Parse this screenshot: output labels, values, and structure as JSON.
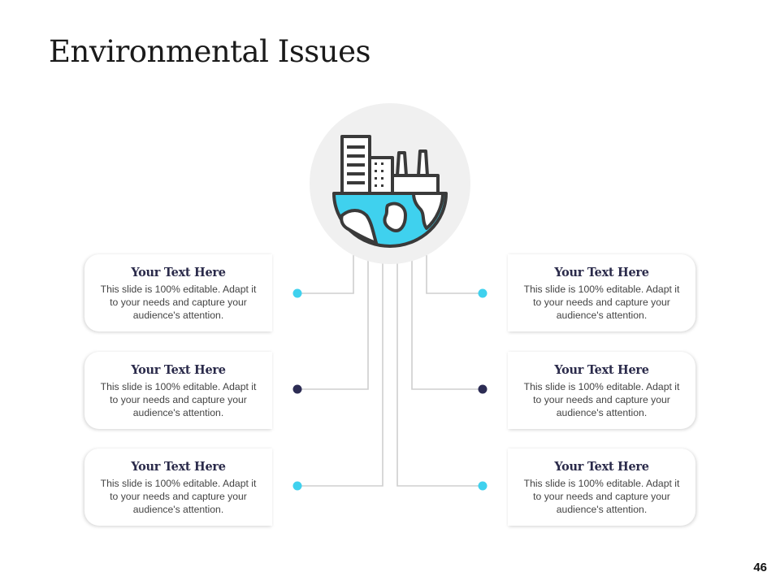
{
  "slide": {
    "title": "Environmental Issues",
    "page_number": "46"
  },
  "colors": {
    "accent_cyan": "#3fd1ee",
    "accent_navy": "#2c2c54",
    "connector_gray": "#cfcfcf",
    "hub_bg": "#f0f0f0",
    "icon_stroke": "#3a3a3a"
  },
  "hub": {
    "icon": "city-globe-icon"
  },
  "cards": [
    {
      "title": "Your Text Here",
      "body": "This slide is 100% editable. Adapt it to your needs and capture your audience's attention."
    },
    {
      "title": "Your Text Here",
      "body": "This slide is 100% editable. Adapt it to your needs and capture your audience's attention."
    },
    {
      "title": "Your Text Here",
      "body": "This slide is 100% editable. Adapt it to your needs and capture your audience's attention."
    },
    {
      "title": "Your Text Here",
      "body": "This slide is 100% editable. Adapt it to your needs and capture your audience's attention."
    },
    {
      "title": "Your Text Here",
      "body": "This slide is 100% editable. Adapt it to your needs and capture your audience's attention."
    },
    {
      "title": "Your Text Here",
      "body": "This slide is 100% editable. Adapt it to your needs and capture your audience's attention."
    }
  ]
}
